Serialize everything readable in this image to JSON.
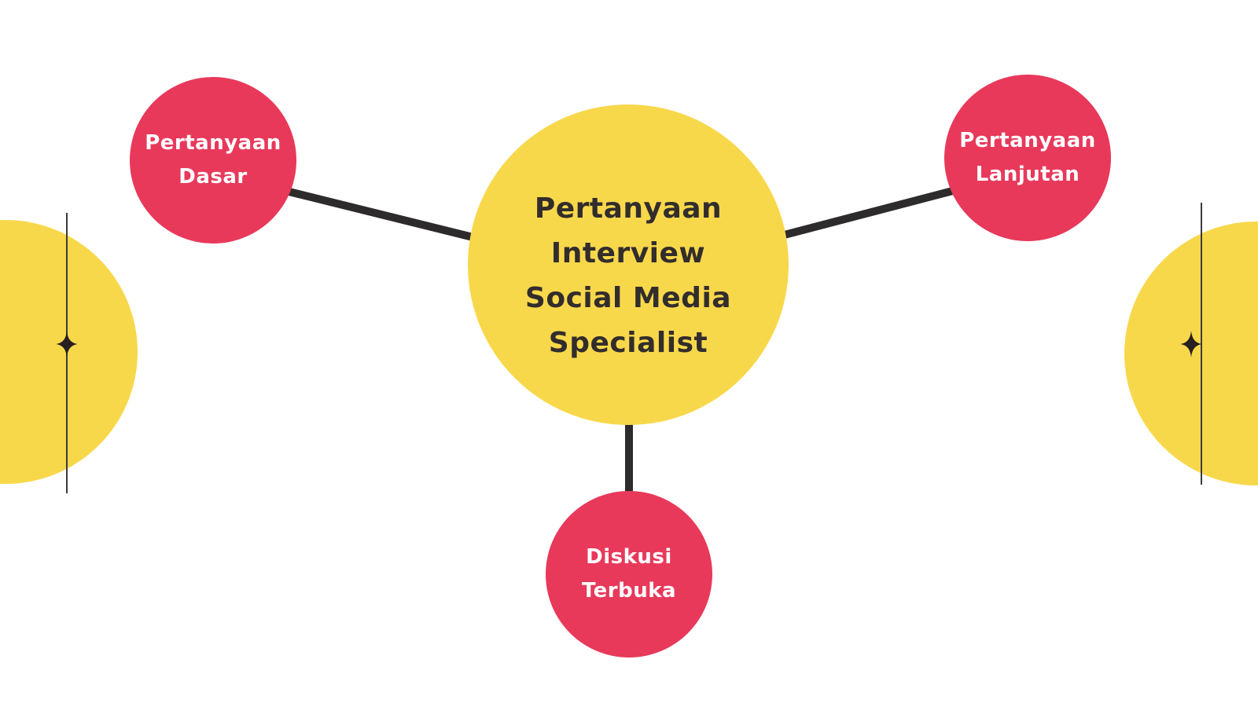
{
  "title": "Pertanyaan Interview Social Media Specialist",
  "colors": {
    "background": "#FFFFFF",
    "yellow": "#F8D84B",
    "red": "#E8395B",
    "ink": "#322D2C",
    "connector": "#2D2B2B",
    "thin_line": "#3B3B39",
    "satellite_text": "#FFFFFF"
  },
  "center_node": {
    "lines": [
      "Pertanyaan",
      "Interview",
      "Social Media",
      "Specialist"
    ]
  },
  "branch_nodes": [
    {
      "id": "pertanyaan-dasar",
      "lines": [
        "Pertanyaan",
        "Dasar"
      ]
    },
    {
      "id": "pertanyaan-lanjutan",
      "lines": [
        "Pertanyaan",
        "Lanjutan"
      ]
    },
    {
      "id": "diskusi-terbuka",
      "lines": [
        "Diskusi",
        "Terbuka"
      ]
    }
  ],
  "decor": {
    "sparkle_icon": "four-point-star"
  }
}
